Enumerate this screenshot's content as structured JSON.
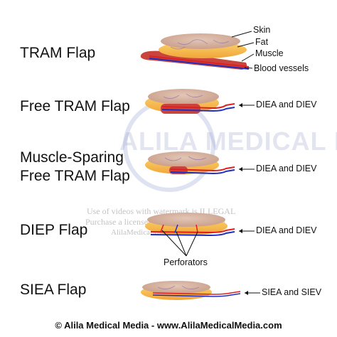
{
  "titles": {
    "tram": "TRAM Flap",
    "free_tram": "Free TRAM Flap",
    "muscle_sparing_1": "Muscle-Sparing",
    "muscle_sparing_2": "Free TRAM Flap",
    "diep": "DIEP Flap",
    "siea": "SIEA Flap"
  },
  "layer_labels": {
    "skin": "Skin",
    "fat": "Fat",
    "muscle": "Muscle",
    "blood_vessels": "Blood vessels"
  },
  "vessel_labels": {
    "free_tram": "DIEA and DIEV",
    "muscle_sparing": "DIEA and DIEV",
    "diep": "DIEA and DIEV",
    "siea": "SIEA and SIEV"
  },
  "perforators_label": "Perforators",
  "watermark": {
    "brand": "ALILA MEDICAL MEDIA",
    "line1": "Use of videos with watermark is ILLEGAL",
    "line2": "Purchase a license to remove watermark!",
    "line3": "AlilaMedicalMedia.com"
  },
  "footer": "© Alila Medical Media - www.AlilaMedicalMedia.com",
  "colors": {
    "skin": "#d9b9a8",
    "fat": "#f7c55a",
    "fat_edge": "#f0a83a",
    "muscle": "#c8443c",
    "artery": "#e02020",
    "vein": "#2030c0"
  }
}
